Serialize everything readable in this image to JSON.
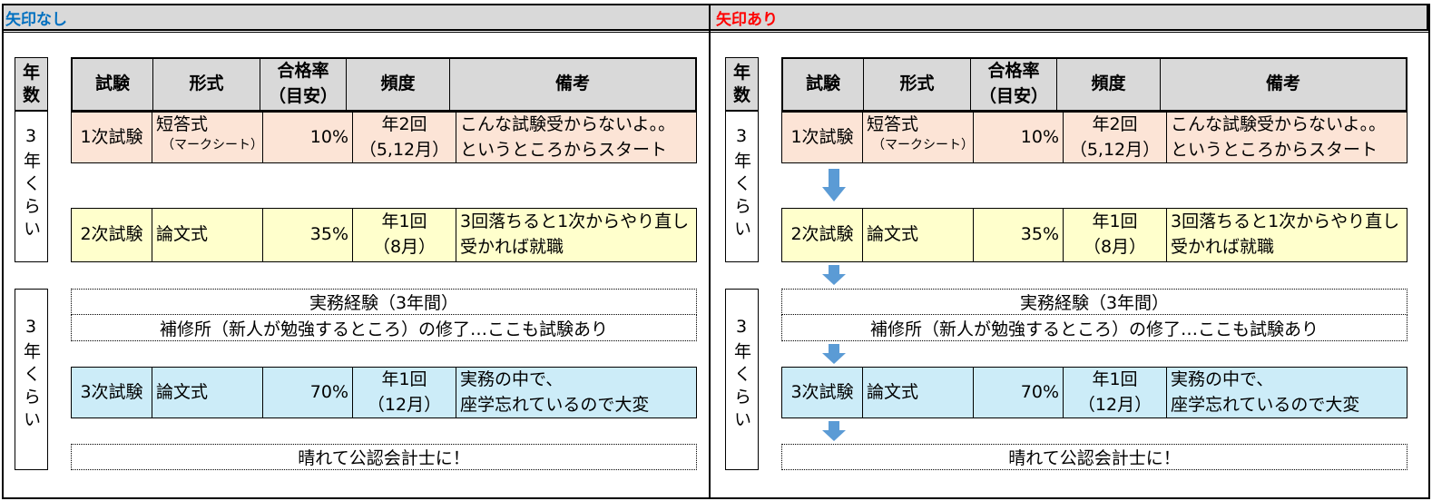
{
  "panels": [
    {
      "title": "矢印なし",
      "arrows": false
    },
    {
      "title": "矢印あり",
      "arrows": true
    }
  ],
  "year_header": "年数",
  "year_header_lines": [
    "年",
    "数"
  ],
  "year_blocks": [
    "3年くらい",
    "3年くらい"
  ],
  "table_header": [
    "試験",
    "形式",
    "合格率（目安）",
    "頻度",
    "備考"
  ],
  "header_rate_lines": [
    "合格率",
    "（目安）"
  ],
  "exams": [
    {
      "name": "1次試験",
      "format": "短答式",
      "format_sub": "（マークシート）",
      "rate": "10%",
      "freq": [
        "年2回",
        "（5,12月）"
      ],
      "note": [
        "こんな試験受からないよ。。",
        "というところからスタート"
      ]
    },
    {
      "name": "2次試験",
      "format": "論文式",
      "format_sub": "",
      "rate": "35%",
      "freq": [
        "年1回",
        "（8月）"
      ],
      "note": [
        "3回落ちると1次からやり直し",
        "受かれば就職"
      ]
    },
    {
      "name": "3次試験",
      "format": "論文式",
      "format_sub": "",
      "rate": "70%",
      "freq": [
        "年1回",
        "（12月）"
      ],
      "note": [
        "実務の中で、",
        "座学忘れているので大変"
      ]
    }
  ],
  "experience": "実務経験（3年間）",
  "training": "補修所（新人が勉強するところ）の修了…ここも試験あり",
  "final": "晴れて公認会計士に！",
  "colors": {
    "header_bg": "#d9d9d9",
    "title_blue": "#0070c0",
    "title_red": "#ff0000",
    "row_pink": "#fce4d6",
    "row_yellow": "#ffffcc",
    "row_blue": "#ccecf8",
    "arrow_blue": "#5b9bd5"
  },
  "icons": [
    "down-arrow-icon"
  ]
}
